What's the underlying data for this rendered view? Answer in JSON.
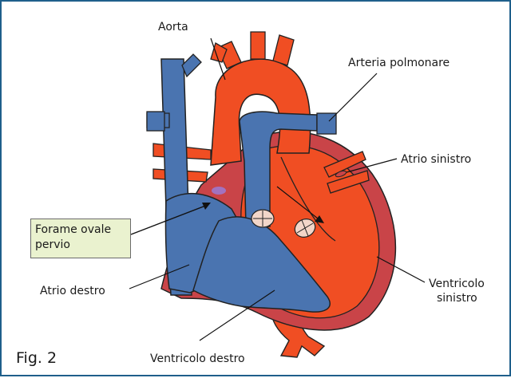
{
  "figure_label": "Fig. 2",
  "labels": {
    "aorta": "Aorta",
    "pulmonary_artery": "Arteria polmonare",
    "left_atrium": "Atrio sinistro",
    "right_atrium": "Atrio destro",
    "left_ventricle_line1": "Ventricolo",
    "left_ventricle_line2": "sinistro",
    "right_ventricle": "Ventricolo destro"
  },
  "callout": {
    "line1": "Forame ovale",
    "line2": "pervio"
  },
  "colors": {
    "deoxygenated_blue": "#4a74b0",
    "oxygenated_red": "#f04e23",
    "myocardium": "#c94448",
    "valve": "#f2d6c9",
    "callout_fill": "#eaf2cf",
    "frame_border": "#1f5f8b"
  }
}
